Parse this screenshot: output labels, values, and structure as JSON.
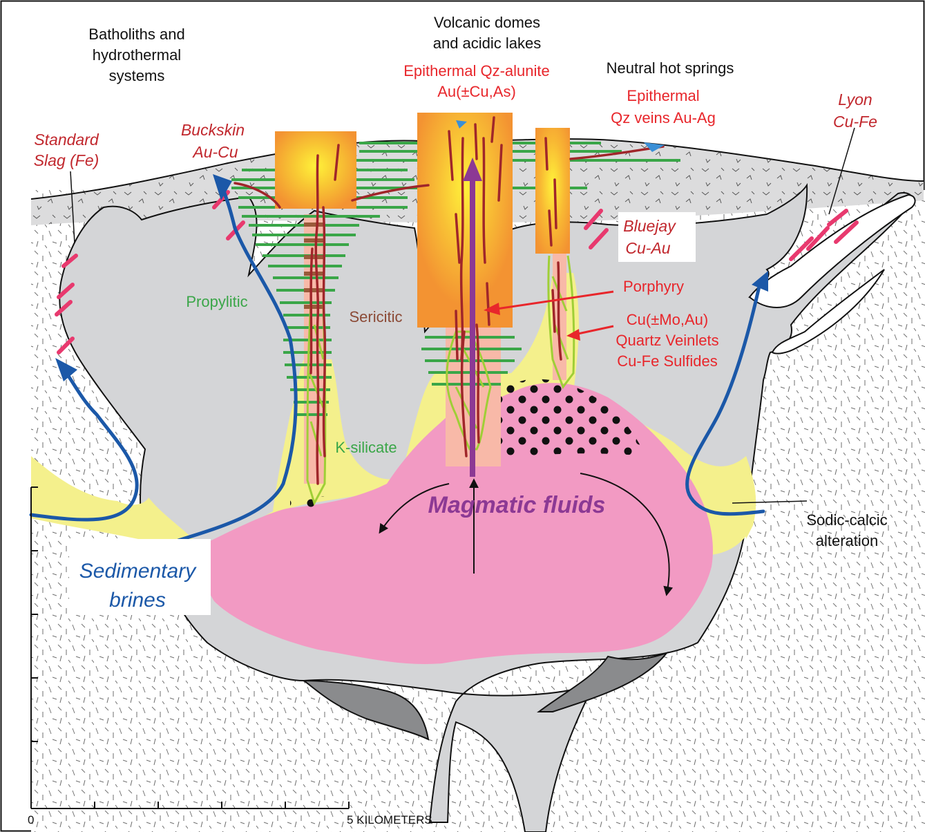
{
  "labels": {
    "batholiths": [
      "Batholiths and",
      "hydrothermal",
      "systems"
    ],
    "volcanic_domes": [
      "Volcanic domes",
      "and acidic lakes"
    ],
    "neutral_springs": "Neutral hot springs",
    "epithermal_alunite": [
      "Epithermal Qz-alunite",
      "Au(±Cu,As)"
    ],
    "epithermal_veins": [
      "Epithermal",
      "Qz veins Au-Ag"
    ],
    "standard_slag": [
      "Standard",
      "Slag (Fe)"
    ],
    "buckskin": [
      "Buckskin",
      "Au-Cu"
    ],
    "bluejay": [
      "Bluejay",
      "Cu-Au"
    ],
    "lyon": [
      "Lyon",
      "Cu-Fe"
    ],
    "propylitic": "Propylitic",
    "sericitic": "Sericitic",
    "k_silicate": "K-silicate",
    "porphyry": [
      "Porphyry",
      "Cu(±Mo,Au)",
      "Quartz Veinlets",
      "Cu-Fe Sulfides"
    ],
    "magmatic_fluids": "Magmatic fluids",
    "sodic_calcic": [
      "Sodic-calcic",
      "alteration"
    ],
    "sedimentary_brines": [
      "Sedimentary",
      "brines"
    ]
  },
  "scale": {
    "zero": "0",
    "five_km": "5 KILOMETERS"
  },
  "colors": {
    "red_text": "#e8262b",
    "green_text": "#3aa648",
    "brown_text": "#8b4a36",
    "blue_text": "#1b58a8",
    "purple_text": "#8c3994",
    "pink_magma": "#f29ac3",
    "gray_pluton": "#d4d5d7",
    "yellow_alteration": "#f4f08c",
    "orange_dome": "#f39332"
  }
}
